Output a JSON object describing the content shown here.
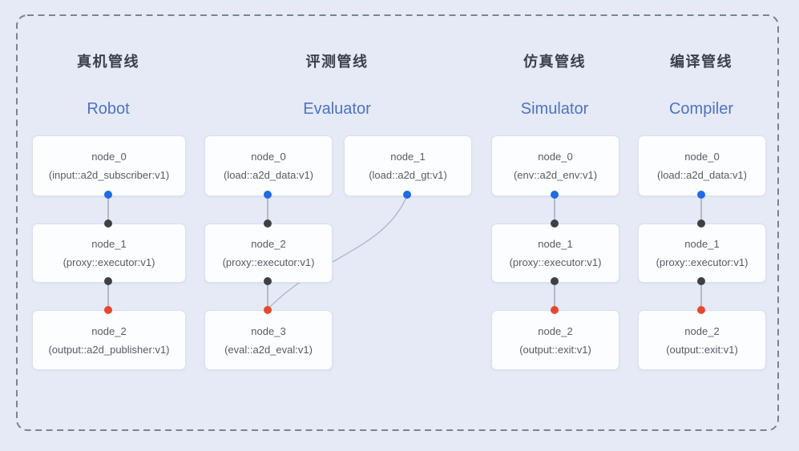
{
  "diagram": {
    "background": "#e5eaf6",
    "frame_color": "#7b8391",
    "title_color": "#3a3f4b",
    "subtitle_color": "#4d72c7",
    "port_colors": {
      "input": "#1f6be3",
      "internal": "#3e4046",
      "output": "#e8472f"
    }
  },
  "pipelines": [
    {
      "title_zh": "真机管线",
      "title_en": "Robot",
      "nodes": [
        {
          "name": "node_0",
          "spec": "(input::a2d_subscriber:v1)"
        },
        {
          "name": "node_1",
          "spec": "(proxy::executor:v1)"
        },
        {
          "name": "node_2",
          "spec": "(output::a2d_publisher:v1)"
        }
      ]
    },
    {
      "title_zh": "评测管线",
      "title_en": "Evaluator",
      "nodes": [
        {
          "name": "node_0",
          "spec": "(load::a2d_data:v1)"
        },
        {
          "name": "node_1",
          "spec": "(load::a2d_gt:v1)"
        },
        {
          "name": "node_2",
          "spec": "(proxy::executor:v1)"
        },
        {
          "name": "node_3",
          "spec": "(eval::a2d_eval:v1)"
        }
      ]
    },
    {
      "title_zh": "仿真管线",
      "title_en": "Simulator",
      "nodes": [
        {
          "name": "node_0",
          "spec": "(env::a2d_env:v1)"
        },
        {
          "name": "node_1",
          "spec": "(proxy::executor:v1)"
        },
        {
          "name": "node_2",
          "spec": "(output::exit:v1)"
        }
      ]
    },
    {
      "title_zh": "编译管线",
      "title_en": "Compiler",
      "nodes": [
        {
          "name": "node_0",
          "spec": "(load::a2d_data:v1)"
        },
        {
          "name": "node_1",
          "spec": "(proxy::executor:v1)"
        },
        {
          "name": "node_2",
          "spec": "(output::exit:v1)"
        }
      ]
    }
  ],
  "edges": [
    {
      "pipeline": "Robot",
      "from": "node_0",
      "to": "node_1",
      "style": "straight"
    },
    {
      "pipeline": "Robot",
      "from": "node_1",
      "to": "node_2",
      "style": "straight"
    },
    {
      "pipeline": "Evaluator",
      "from": "node_0",
      "to": "node_2",
      "style": "straight"
    },
    {
      "pipeline": "Evaluator",
      "from": "node_2",
      "to": "node_3",
      "style": "straight"
    },
    {
      "pipeline": "Evaluator",
      "from": "node_1",
      "to": "node_3",
      "style": "curved"
    },
    {
      "pipeline": "Simulator",
      "from": "node_0",
      "to": "node_1",
      "style": "straight"
    },
    {
      "pipeline": "Simulator",
      "from": "node_1",
      "to": "node_2",
      "style": "straight"
    },
    {
      "pipeline": "Compiler",
      "from": "node_0",
      "to": "node_1",
      "style": "straight"
    },
    {
      "pipeline": "Compiler",
      "from": "node_1",
      "to": "node_2",
      "style": "straight"
    }
  ]
}
